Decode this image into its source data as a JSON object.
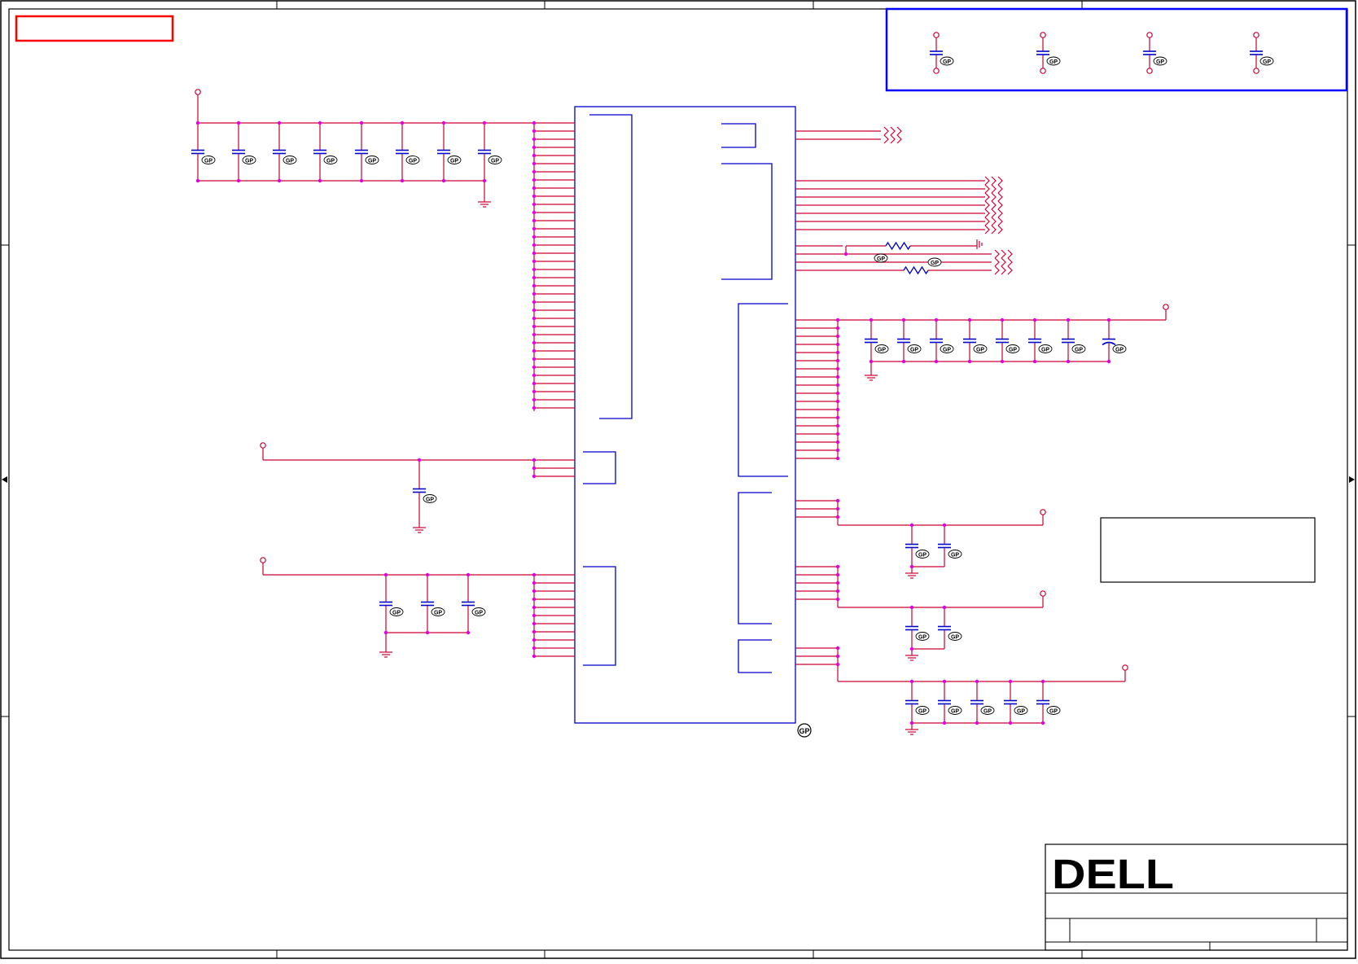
{
  "schematic": {
    "vendor_logo": "DELL",
    "badge_label": "GP",
    "decap_badge_label": "GP",
    "colors": {
      "wire": "#cc0033",
      "part": "#0000cc",
      "junction": "#e000e0",
      "frame": "#000000",
      "highlight_box": "#ff0000",
      "note_box": "#0000ff"
    }
  }
}
